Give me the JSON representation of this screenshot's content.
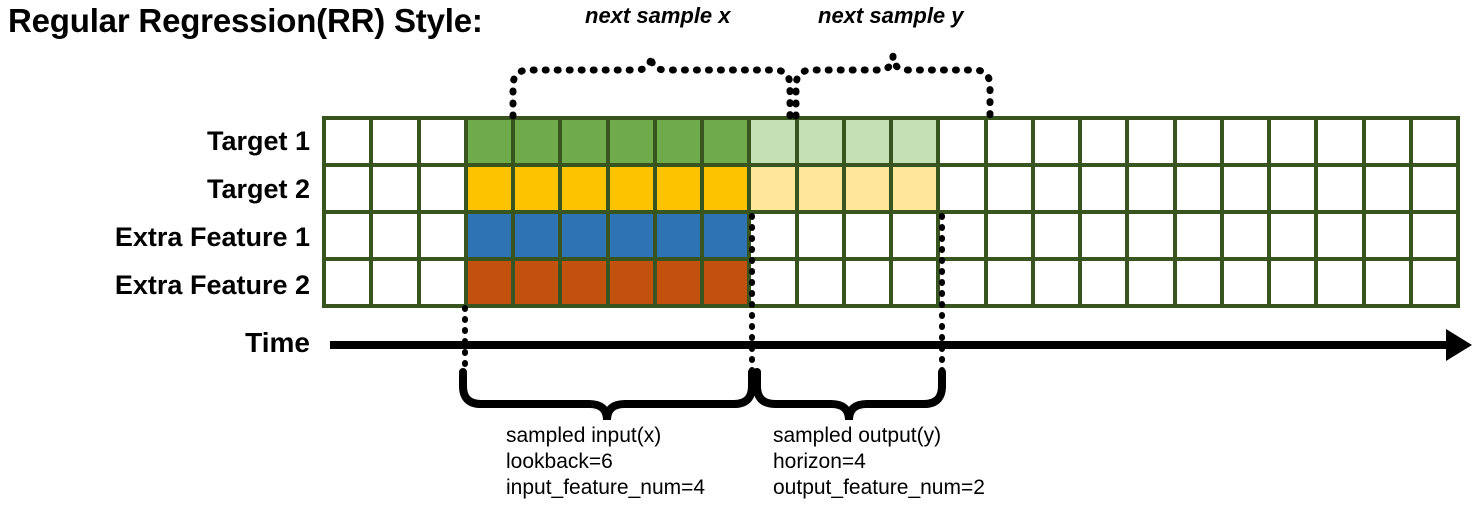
{
  "title": "Regular Regression(RR) Style:",
  "top_braces": [
    {
      "label": "next sample x",
      "name": "next-sample-x"
    },
    {
      "label": "next sample y",
      "name": "next-sample-y"
    }
  ],
  "rows": [
    {
      "label": "Target 1",
      "name": "target-1"
    },
    {
      "label": "Target 2",
      "name": "target-2"
    },
    {
      "label": "Extra Feature 1",
      "name": "extra-feature-1"
    },
    {
      "label": "Extra Feature 2",
      "name": "extra-feature-2"
    }
  ],
  "axis": {
    "label": "Time"
  },
  "bottom_notes": [
    {
      "name": "sampled-input",
      "line1": "sampled input(x)",
      "line2": "lookback=6",
      "line3": "input_feature_num=4"
    },
    {
      "name": "sampled-output",
      "line1": "sampled output(y)",
      "line2": "horizon=4",
      "line3": "output_feature_num=2"
    }
  ],
  "colors": {
    "grid_border": "#39551F",
    "empty": "#FFFFFF",
    "target1_input": "#6FAB4B",
    "target1_output": "#C5E0B4",
    "target2_input": "#FDC300",
    "target2_output": "#FFE699",
    "extra1_input": "#2E74B5",
    "extra2_input": "#C2510E",
    "line": "#000000"
  },
  "chart_data": {
    "type": "heatmap",
    "title": "Regular Regression(RR) Style:",
    "xlabel": "Time",
    "ylabel": "",
    "grid": true,
    "legend": "none",
    "n_columns": 24,
    "n_rows": 4,
    "lookback": 6,
    "horizon": 4,
    "input_feature_num": 4,
    "output_feature_num": 2,
    "input_start_column": 4,
    "input_end_column": 9,
    "output_start_column": 10,
    "output_end_column": 13,
    "categories": [
      "Target 1",
      "Target 2",
      "Extra Feature 1",
      "Extra Feature 2"
    ],
    "cell_fills": [
      [
        "#FFFFFF",
        "#FFFFFF",
        "#FFFFFF",
        "#6FAB4B",
        "#6FAB4B",
        "#6FAB4B",
        "#6FAB4B",
        "#6FAB4B",
        "#6FAB4B",
        "#C5E0B4",
        "#C5E0B4",
        "#C5E0B4",
        "#C5E0B4",
        "#FFFFFF",
        "#FFFFFF",
        "#FFFFFF",
        "#FFFFFF",
        "#FFFFFF",
        "#FFFFFF",
        "#FFFFFF",
        "#FFFFFF",
        "#FFFFFF",
        "#FFFFFF",
        "#FFFFFF"
      ],
      [
        "#FFFFFF",
        "#FFFFFF",
        "#FFFFFF",
        "#FDC300",
        "#FDC300",
        "#FDC300",
        "#FDC300",
        "#FDC300",
        "#FDC300",
        "#FFE699",
        "#FFE699",
        "#FFE699",
        "#FFE699",
        "#FFFFFF",
        "#FFFFFF",
        "#FFFFFF",
        "#FFFFFF",
        "#FFFFFF",
        "#FFFFFF",
        "#FFFFFF",
        "#FFFFFF",
        "#FFFFFF",
        "#FFFFFF",
        "#FFFFFF"
      ],
      [
        "#FFFFFF",
        "#FFFFFF",
        "#FFFFFF",
        "#2E74B5",
        "#2E74B5",
        "#2E74B5",
        "#2E74B5",
        "#2E74B5",
        "#2E74B5",
        "#FFFFFF",
        "#FFFFFF",
        "#FFFFFF",
        "#FFFFFF",
        "#FFFFFF",
        "#FFFFFF",
        "#FFFFFF",
        "#FFFFFF",
        "#FFFFFF",
        "#FFFFFF",
        "#FFFFFF",
        "#FFFFFF",
        "#FFFFFF",
        "#FFFFFF",
        "#FFFFFF"
      ],
      [
        "#FFFFFF",
        "#FFFFFF",
        "#FFFFFF",
        "#C2510E",
        "#C2510E",
        "#C2510E",
        "#C2510E",
        "#C2510E",
        "#C2510E",
        "#FFFFFF",
        "#FFFFFF",
        "#FFFFFF",
        "#FFFFFF",
        "#FFFFFF",
        "#FFFFFF",
        "#FFFFFF",
        "#FFFFFF",
        "#FFFFFF",
        "#FFFFFF",
        "#FFFFFF",
        "#FFFFFF",
        "#FFFFFF",
        "#FFFFFF",
        "#FFFFFF"
      ]
    ],
    "annotations": [
      "next sample x",
      "next sample y",
      "sampled input(x) lookback=6 input_feature_num=4",
      "sampled output(y) horizon=4 output_feature_num=2"
    ]
  }
}
